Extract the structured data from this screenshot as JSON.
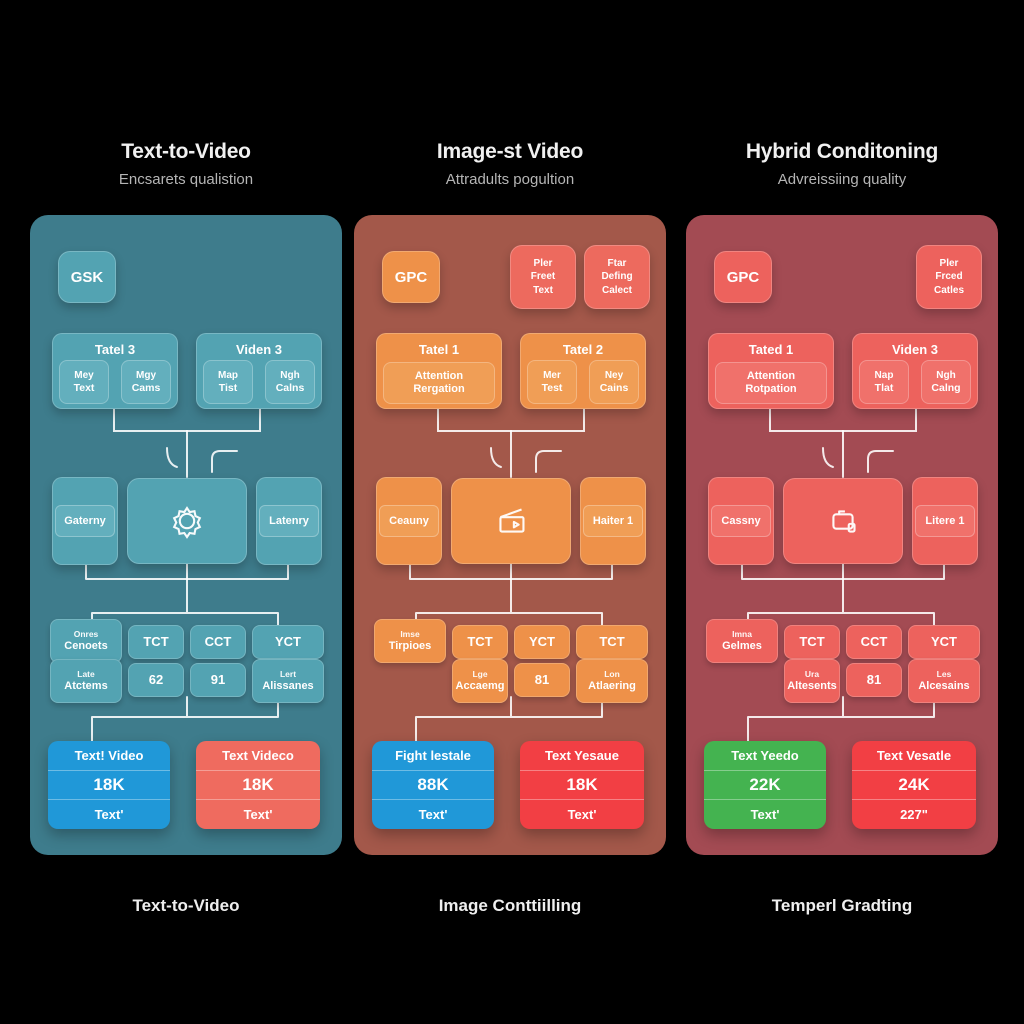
{
  "page": {
    "background": "#000000",
    "connector_color": "#FFFFFF"
  },
  "columns": [
    {
      "header": {
        "title": "Text-to-Video",
        "subtitle": "Encsarets qualistion"
      },
      "footer": "Text-to-Video",
      "theme": {
        "panel_bg": "#3E7C8C",
        "box": "#53A3B2",
        "chip": "#63AFBD"
      },
      "badge": "GSK",
      "top_badges": [],
      "row1": [
        {
          "title": "Tatel 3",
          "subs": [
            {
              "l1": "Mey",
              "l2": "Text"
            },
            {
              "l1": "Mgy",
              "l2": "Cams"
            }
          ]
        },
        {
          "title": "Viden 3",
          "subs": [
            {
              "l1": "Map",
              "l2": "Tist"
            },
            {
              "l1": "Ngh",
              "l2": "Calns"
            }
          ]
        }
      ],
      "row2": {
        "left_chip": "Gaterny",
        "icon": "gear-icon",
        "right_chip": "Latenry"
      },
      "row3": {
        "r1": [
          {
            "l1": "Onres",
            "l2": "Cenoets"
          },
          {
            "l2": "TCT"
          },
          {
            "l2": "CCT"
          },
          {
            "l2": "YCT"
          }
        ],
        "r2": [
          {
            "l1": "Late",
            "l2": "Atctems"
          },
          {
            "l2": "62"
          },
          {
            "l2": "91"
          },
          {
            "l1": "Lert",
            "l2": "Alissanes"
          }
        ]
      },
      "cards": [
        {
          "title": "Text! Video",
          "value": "18K",
          "sub": "Text'",
          "color": "#2098D8"
        },
        {
          "title": "Text Videco",
          "value": "18K",
          "sub": "Text'",
          "color": "#EF6B5F"
        }
      ]
    },
    {
      "header": {
        "title": "Image-st Video",
        "subtitle": "Attradults pogultion"
      },
      "footer": "Image Conttiilling",
      "theme": {
        "panel_bg": "#A3584A",
        "box": "#EE9149",
        "chip": "#F09E56",
        "alert_badge": "#ED6A5E"
      },
      "badge": "GPC",
      "top_badges": [
        {
          "l1": "Pler",
          "l2": "Freet",
          "l3": "Text"
        },
        {
          "l1": "Ftar",
          "l2": "Defing",
          "l3": "Calect"
        }
      ],
      "row1": [
        {
          "title": "Tatel 1",
          "subs": [
            {
              "l1": "Attention",
              "l2": "Rergation"
            }
          ]
        },
        {
          "title": "Tatel 2",
          "subs": [
            {
              "l1": "Mer",
              "l2": "Test"
            },
            {
              "l1": "Ney",
              "l2": "Cains"
            }
          ]
        }
      ],
      "row2": {
        "left_chip": "Ceauny",
        "icon": "clapperboard-icon",
        "right_chip": "Haiter 1"
      },
      "row3": {
        "r1": [
          {
            "l1": "Imse",
            "l2": "Tirpioes"
          },
          {
            "l2": "TCT"
          },
          {
            "l2": "YCT"
          },
          {
            "l2": "TCT"
          }
        ],
        "r2": [
          null,
          {
            "l1": "Lge",
            "l2": "Accaemg"
          },
          {
            "l2": "81"
          },
          {
            "l1": "Lon",
            "l2": "Atlaering"
          }
        ]
      },
      "cards": [
        {
          "title": "Fight lestale",
          "value": "88K",
          "sub": "Text'",
          "color": "#2098D8"
        },
        {
          "title": "Text Yesaue",
          "value": "18K",
          "sub": "Text'",
          "color": "#F23F44"
        }
      ]
    },
    {
      "header": {
        "title": "Hybrid Conditoning",
        "subtitle": "Advreissiing quality"
      },
      "footer": "Temperl Gradting",
      "theme": {
        "panel_bg": "#A34B53",
        "box": "#ED625D",
        "chip": "#F0716B",
        "alert_badge": "#ED625D"
      },
      "badge": "GPC",
      "top_badges": [
        {
          "l1": "Pler",
          "l2": "Frced",
          "l3": "Catles"
        }
      ],
      "row1": [
        {
          "title": "Tated 1",
          "subs": [
            {
              "l1": "Attention",
              "l2": "Rotpation"
            }
          ]
        },
        {
          "title": "Viden 3",
          "subs": [
            {
              "l1": "Nap",
              "l2": "Tlat"
            },
            {
              "l1": "Ngh",
              "l2": "Calng"
            }
          ]
        }
      ],
      "row2": {
        "left_chip": "Cassny",
        "icon": "camera-icon",
        "right_chip": "Litere 1"
      },
      "row3": {
        "r1": [
          {
            "l1": "Imna",
            "l2": "Gelmes"
          },
          {
            "l2": "TCT"
          },
          {
            "l2": "CCT"
          },
          {
            "l2": "YCT"
          }
        ],
        "r2": [
          null,
          {
            "l1": "Ura",
            "l2": "Altesents"
          },
          {
            "l2": "81"
          },
          {
            "l1": "Les",
            "l2": "Alcesains"
          }
        ]
      },
      "cards": [
        {
          "title": "Text Yeedo",
          "value": "22K",
          "sub": "Text'",
          "color": "#44B350"
        },
        {
          "title": "Text Vesatle",
          "value": "24K",
          "sub": "227\"",
          "color": "#F23F44"
        }
      ]
    }
  ]
}
